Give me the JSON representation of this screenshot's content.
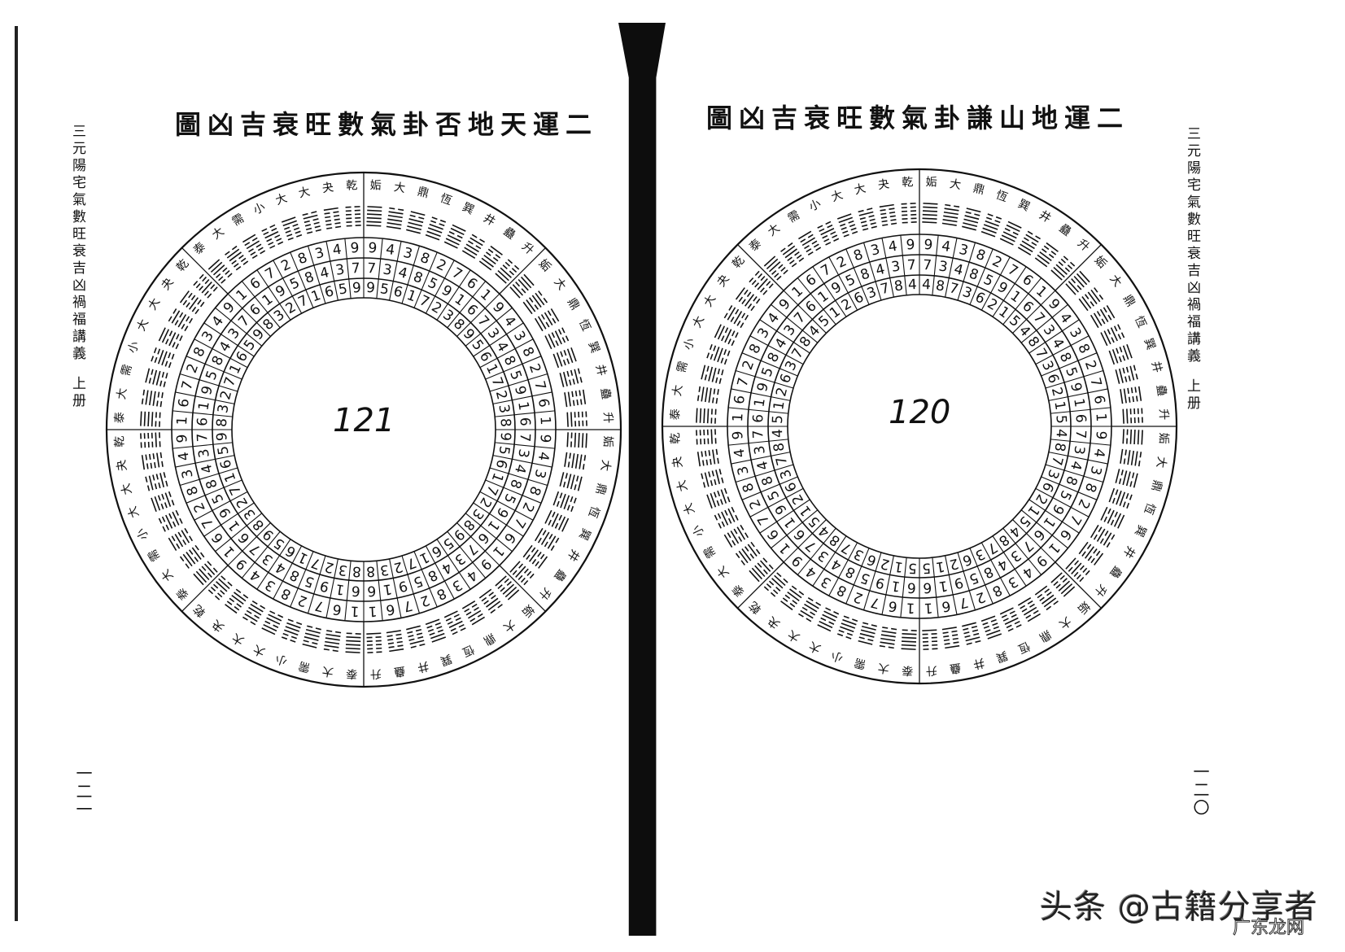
{
  "left_page": {
    "title": "二運天地否卦氣數旺衰吉凶圖",
    "running_head": "三元陽宅氣數旺衰吉凶禍福講義",
    "volume": "上册",
    "page_number": "一二一",
    "handwritten_number": "121",
    "diagram": {
      "ring_outer_top_right": [
        "9",
        "4",
        "3",
        "8",
        "2",
        "7",
        "6",
        "1"
      ],
      "ring_outer_top_left": [
        "9",
        "4",
        "3",
        "8",
        "2",
        "7",
        "6",
        "1"
      ],
      "ring_middle_top_right": [
        "7",
        "3",
        "4",
        "8",
        "5",
        "9",
        "1",
        "6"
      ],
      "ring_middle_top_left": [
        "7",
        "3",
        "4",
        "8",
        "5",
        "9",
        "1",
        "6"
      ],
      "ring_inner_top_right": [
        "9",
        "5",
        "6",
        "1",
        "7",
        "2",
        "3",
        "8"
      ],
      "ring_inner_top_left": [
        "9",
        "5",
        "6",
        "1",
        "7",
        "2",
        "3",
        "8"
      ],
      "hexagram_labels_top_left": [
        "乾",
        "夬",
        "大有",
        "大壯",
        "小畜",
        "需",
        "大畜",
        "泰"
      ],
      "hexagram_labels_top_right": [
        "姤",
        "大過",
        "鼎",
        "恆",
        "巽",
        "井",
        "蠱",
        "升"
      ]
    }
  },
  "right_page": {
    "title": "二運地山謙卦氣數旺衰吉凶圖",
    "running_head": "三元陽宅氣數旺衰吉凶禍福講義",
    "volume": "上册",
    "page_number": "一二〇",
    "handwritten_number": "120",
    "diagram": {
      "ring_outer_top_right": [
        "9",
        "4",
        "3",
        "8",
        "2",
        "7",
        "6",
        "1"
      ],
      "ring_outer_top_left": [
        "9",
        "4",
        "3",
        "8",
        "2",
        "7",
        "6",
        "1"
      ],
      "ring_middle_top_right": [
        "7",
        "3",
        "4",
        "8",
        "5",
        "9",
        "1",
        "6"
      ],
      "ring_middle_top_left": [
        "7",
        "3",
        "4",
        "8",
        "5",
        "9",
        "1",
        "6"
      ],
      "ring_inner_top_right": [
        "4",
        "8",
        "7",
        "3",
        "6",
        "2",
        "1",
        "5"
      ],
      "ring_inner_top_left": [
        "4",
        "8",
        "7",
        "3",
        "6",
        "2",
        "1",
        "5"
      ],
      "hexagram_labels_top_left": [
        "乾",
        "夬",
        "大有",
        "大壯",
        "小畜",
        "需",
        "大畜",
        "泰"
      ],
      "hexagram_labels_top_right": [
        "姤",
        "大過",
        "鼎",
        "恆",
        "巽",
        "井",
        "蠱",
        "升"
      ]
    }
  },
  "watermark": {
    "text": "头条 @古籍分享者",
    "overlay": "广东龙网"
  },
  "colors": {
    "ink": "#111111",
    "paper": "#ffffff",
    "gutter": "#0d0d0d"
  }
}
